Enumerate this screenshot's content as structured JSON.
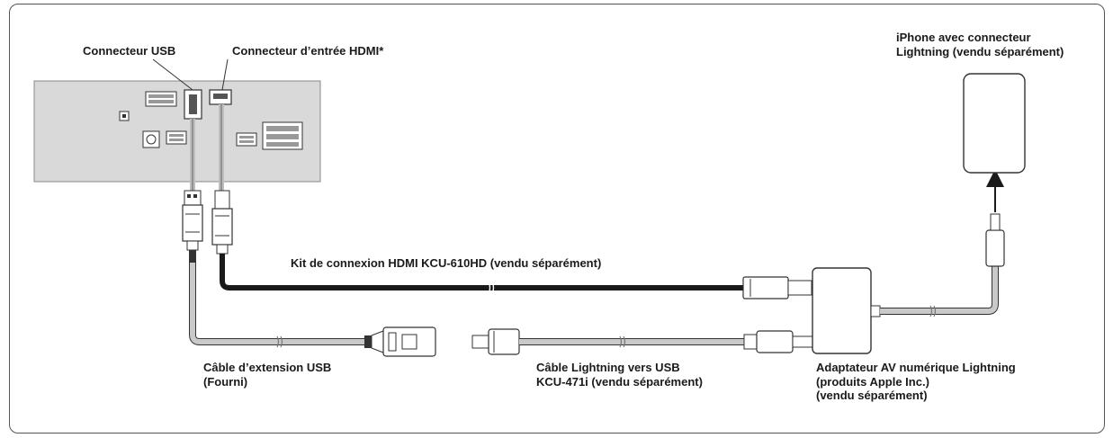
{
  "labels": {
    "usb_connector": "Connecteur USB",
    "hdmi_connector": "Connecteur d’entrée HDMI*",
    "iphone": [
      "iPhone avec connecteur",
      "Lightning (vendu séparément)"
    ],
    "hdmi_kit": "Kit de connexion HDMI KCU-610HD (vendu séparément)",
    "usb_extension": [
      "Câble d’extension USB",
      "(Fourni)"
    ],
    "lightning_usb": [
      "Câble Lightning vers USB",
      "KCU-471i (vendu séparément)"
    ],
    "av_adapter": [
      "Adaptateur AV numérique Lightning",
      "(produits Apple Inc.)",
      "(vendu séparément)"
    ]
  },
  "colors": {
    "unit_fill": "#d9d9d9",
    "hdmi_cable": "#1a1a1a",
    "light_cable": "#bdbdbd",
    "outline": "#333333"
  }
}
